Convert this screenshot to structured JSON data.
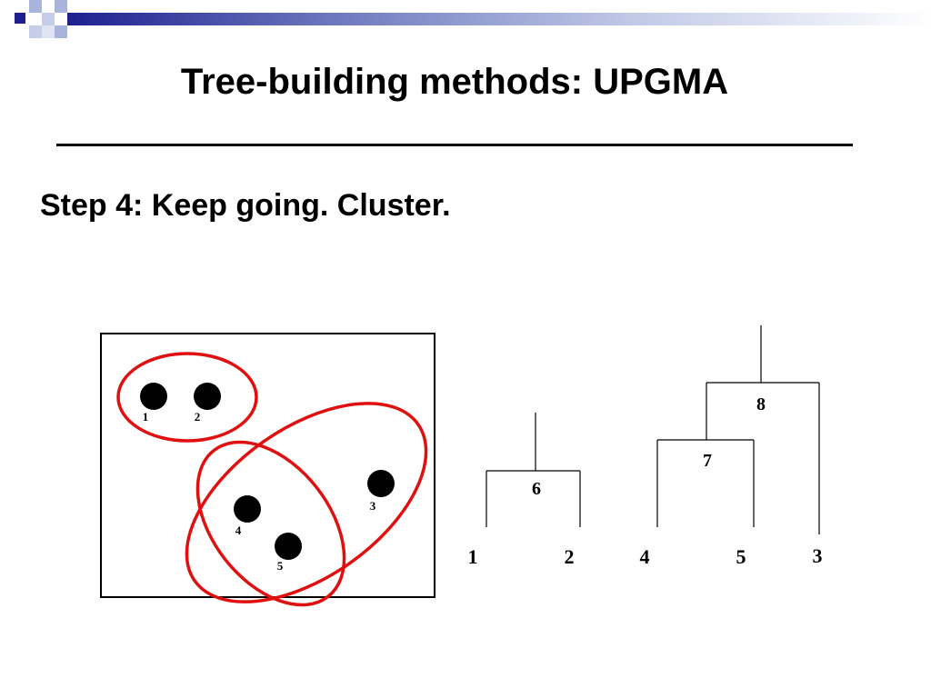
{
  "slide": {
    "title": "Tree-building methods: UPGMA",
    "subtitle": "Step 4: Keep going. Cluster."
  },
  "colors": {
    "accent_dark": "#1f1f8f",
    "accent_light": "#a8b4dc",
    "cluster_outline": "#e01010"
  },
  "scatter": {
    "points": [
      {
        "label": "1"
      },
      {
        "label": "2"
      },
      {
        "label": "3"
      },
      {
        "label": "4"
      },
      {
        "label": "5"
      }
    ]
  },
  "trees": {
    "left": {
      "node_label": "6",
      "leaf_labels": [
        "1",
        "2"
      ]
    },
    "right": {
      "root_label": "8",
      "inner_label": "7",
      "leaf_labels": [
        "4",
        "5",
        "3"
      ]
    }
  }
}
